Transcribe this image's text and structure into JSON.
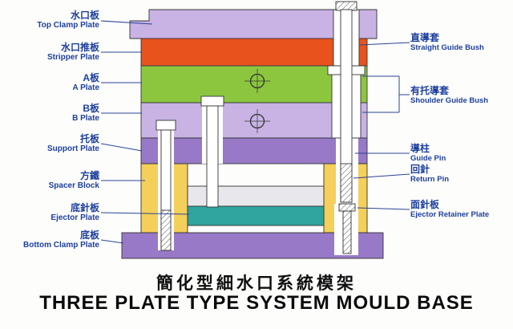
{
  "title": {
    "zh": "簡化型細水口系統模架",
    "en": "THREE PLATE TYPE SYSTEM MOULD BASE"
  },
  "labels_left": [
    {
      "zh": "水口板",
      "en": "Top Clamp Plate"
    },
    {
      "zh": "水口推板",
      "en": "Stripper Plate"
    },
    {
      "zh": "A板",
      "en": "A Plate"
    },
    {
      "zh": "B板",
      "en": "B Plate"
    },
    {
      "zh": "托板",
      "en": "Support Plate"
    },
    {
      "zh": "方鐵",
      "en": "Spacer Block"
    },
    {
      "zh": "底針板",
      "en": "Ejector Plate"
    },
    {
      "zh": "底板",
      "en": "Bottom Clamp Plate"
    }
  ],
  "labels_right": [
    {
      "zh": "直導套",
      "en": "Straight Guide Bush"
    },
    {
      "zh": "有托導套",
      "en": "Shoulder Guide Bush"
    },
    {
      "zh": "導柱",
      "en": "Guide Pin"
    },
    {
      "zh": "回針",
      "en": "Return Pin"
    },
    {
      "zh": "面針板",
      "en": "Ejector Retainer Plate"
    }
  ],
  "icons": {
    "screw_hole_symbol": "crosshair-circle"
  },
  "colors": {
    "top_clamp_plate": "#c8b3e4",
    "stripper_plate": "#e8531d",
    "a_plate": "#8cc63f",
    "b_plate": "#c8b3e4",
    "support_plate": "#9779c7",
    "spacer_block": "#f4cf5a",
    "ejector_retainer_plate": "#e8e8ec",
    "ejector_plate": "#30a49e",
    "bottom_clamp_plate": "#9779c7",
    "label_text": "#1d3f9e",
    "leader_line": "#2a4494",
    "title_text": "#0e0e0e",
    "outline": "#333333"
  }
}
